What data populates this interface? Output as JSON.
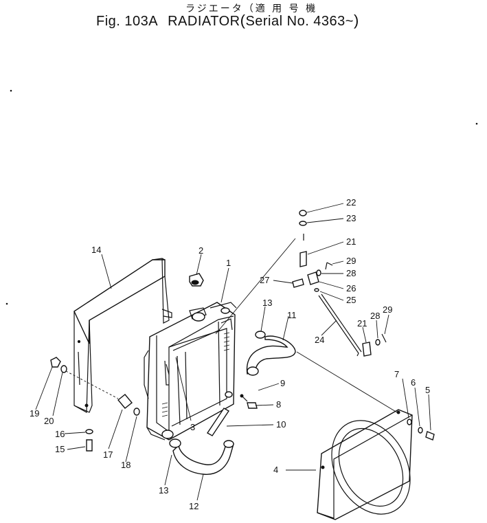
{
  "title": {
    "japanese": "ラジエータ（適 用 号 機",
    "figure_label": "Fig. 103A",
    "part_name": "RADIATOR",
    "serial": "Serial No. 4363~"
  },
  "callouts": [
    {
      "id": "c1",
      "text": "1"
    },
    {
      "id": "c2",
      "text": "2"
    },
    {
      "id": "c3",
      "text": "3"
    },
    {
      "id": "c4",
      "text": "4"
    },
    {
      "id": "c5",
      "text": "5"
    },
    {
      "id": "c6",
      "text": "6"
    },
    {
      "id": "c7",
      "text": "7"
    },
    {
      "id": "c8",
      "text": "8"
    },
    {
      "id": "c9",
      "text": "9"
    },
    {
      "id": "c10",
      "text": "10"
    },
    {
      "id": "c11",
      "text": "11"
    },
    {
      "id": "c12",
      "text": "12"
    },
    {
      "id": "c13a",
      "text": "13"
    },
    {
      "id": "c13b",
      "text": "13"
    },
    {
      "id": "c14",
      "text": "14"
    },
    {
      "id": "c15",
      "text": "15"
    },
    {
      "id": "c16",
      "text": "16"
    },
    {
      "id": "c17",
      "text": "17"
    },
    {
      "id": "c18",
      "text": "18"
    },
    {
      "id": "c19",
      "text": "19"
    },
    {
      "id": "c20",
      "text": "20"
    },
    {
      "id": "c21a",
      "text": "21"
    },
    {
      "id": "c21b",
      "text": "21"
    },
    {
      "id": "c22",
      "text": "22"
    },
    {
      "id": "c23",
      "text": "23"
    },
    {
      "id": "c24",
      "text": "24"
    },
    {
      "id": "c25",
      "text": "25"
    },
    {
      "id": "c26",
      "text": "26"
    },
    {
      "id": "c27",
      "text": "27"
    },
    {
      "id": "c28a",
      "text": "28"
    },
    {
      "id": "c28b",
      "text": "28"
    },
    {
      "id": "c29a",
      "text": "29"
    },
    {
      "id": "c29b",
      "text": "29"
    }
  ]
}
